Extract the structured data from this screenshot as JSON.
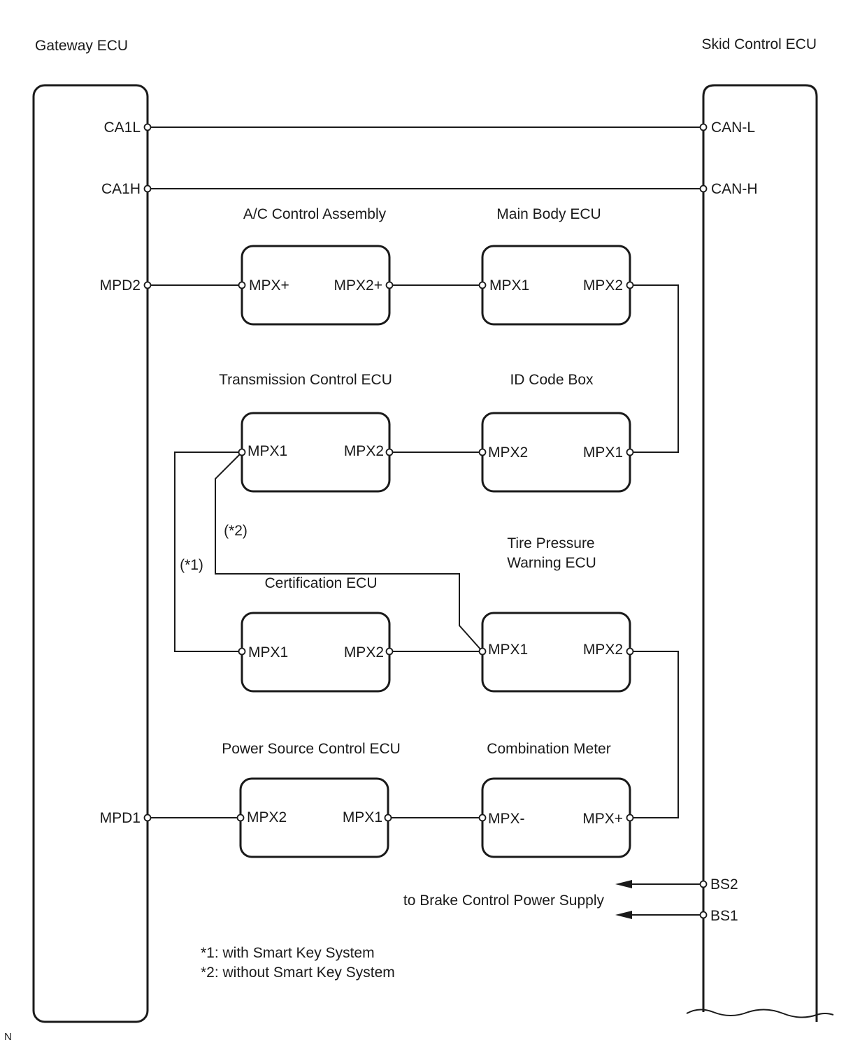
{
  "ecus": {
    "gateway": {
      "title": "Gateway ECU",
      "pins": {
        "ca1l": "CA1L",
        "ca1h": "CA1H",
        "mpd2": "MPD2",
        "mpd1": "MPD1"
      }
    },
    "skid": {
      "title": "Skid Control ECU",
      "pins": {
        "can_l": "CAN-L",
        "can_h": "CAN-H",
        "bs2": "BS2",
        "bs1": "BS1"
      }
    },
    "ac": {
      "title": "A/C Control Assembly",
      "pin_left": "MPX+",
      "pin_right": "MPX2+"
    },
    "main_body": {
      "title": "Main Body ECU",
      "pin_left": "MPX1",
      "pin_right": "MPX2"
    },
    "transmission": {
      "title": "Transmission Control ECU",
      "pin_left": "MPX1",
      "pin_right": "MPX2"
    },
    "id_code": {
      "title": "ID Code Box",
      "pin_left": "MPX2",
      "pin_right": "MPX1"
    },
    "certification": {
      "title": "Certification ECU",
      "pin_left": "MPX1",
      "pin_right": "MPX2"
    },
    "tire": {
      "title_line1": "Tire Pressure",
      "title_line2": "Warning ECU",
      "pin_left": "MPX1",
      "pin_right": "MPX2"
    },
    "power_source": {
      "title": "Power Source Control ECU",
      "pin_left": "MPX2",
      "pin_right": "MPX1"
    },
    "combination": {
      "title": "Combination Meter",
      "pin_left": "MPX-",
      "pin_right": "MPX+"
    }
  },
  "wire_labels": {
    "note1": "(*1)",
    "note2": "(*2)",
    "brake_supply": "to Brake Control Power Supply"
  },
  "footnotes": {
    "line1": "*1: with Smart Key System",
    "line2": "*2: without Smart Key System"
  },
  "corner_mark": "N"
}
